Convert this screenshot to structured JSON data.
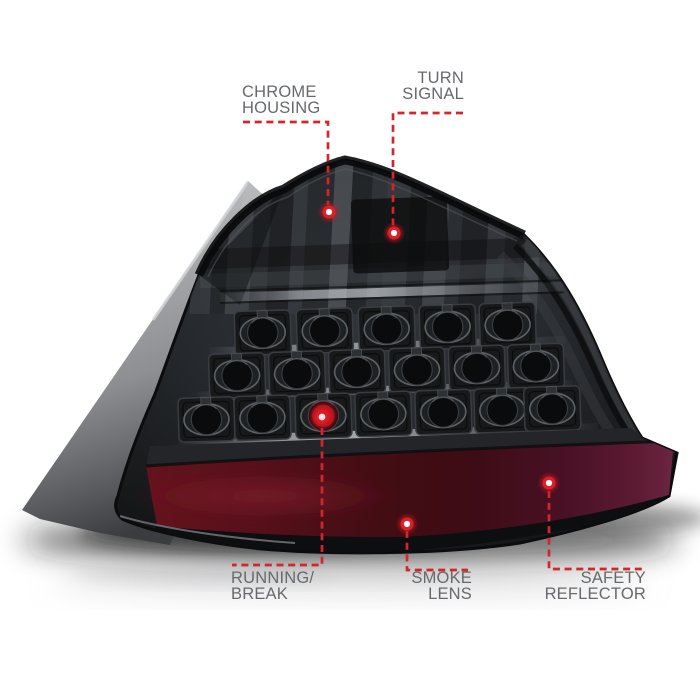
{
  "callouts": {
    "chrome_housing": {
      "line1": "CHROME",
      "line2": "HOUSING"
    },
    "turn_signal": {
      "line1": "TURN",
      "line2": "SIGNAL"
    },
    "running_break": {
      "line1": "RUNNING/",
      "line2": "BREAK"
    },
    "smoke_lens": {
      "line1": "SMOKE",
      "line2": "LENS"
    },
    "safety_reflector": {
      "line1": "SAFETY",
      "line2": "REFLECTOR"
    }
  },
  "colors": {
    "background": "#ffffff",
    "label_text": "#67696c",
    "callout_red": "#d3252b",
    "dot_core": "#ffffff",
    "lens_smoke": "#1b1d1f",
    "reflector_red": "#470d15",
    "reflector_purple": "#5c1b33",
    "fin_gray": "#95979a"
  }
}
